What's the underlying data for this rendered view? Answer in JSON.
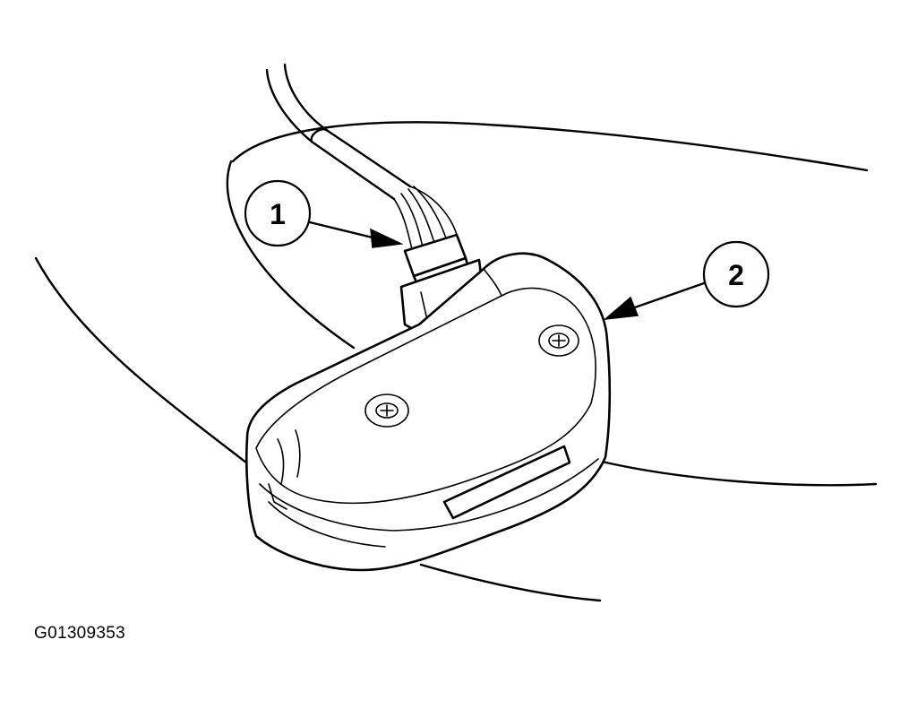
{
  "callouts": [
    {
      "id": "1",
      "label": "1"
    },
    {
      "id": "2",
      "label": "2"
    }
  ],
  "figure_id": "G01309353",
  "colors": {
    "line": "#000000",
    "background": "#ffffff"
  }
}
